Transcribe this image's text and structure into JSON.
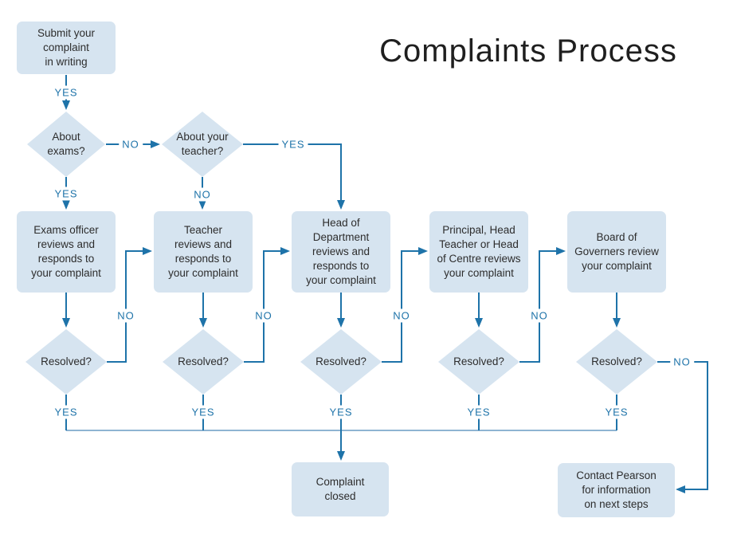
{
  "title": "Complaints Process",
  "colors": {
    "node_fill": "#d6e4f0",
    "connector": "#1e73a9",
    "connector_light": "#8fb4d2",
    "node_text": "#2d2d2d",
    "title_text": "#1f1f1f"
  },
  "nodes": {
    "start": "Submit your\ncomplaint\nin writing",
    "about_exams": "About\nexams?",
    "about_teacher": "About your\nteacher?",
    "exams_officer": "Exams officer\nreviews and\nresponds to\nyour complaint",
    "teacher": "Teacher\nreviews and\nresponds to\nyour complaint",
    "head_of_department": "Head of\nDepartment\nreviews and\nresponds to\nyour complaint",
    "principal": "Principal, Head\nTeacher or Head\nof Centre reviews\nyour complaint",
    "governors": "Board of\nGoverners review\nyour complaint",
    "resolved": "Resolved?",
    "complaint_closed": "Complaint\nclosed",
    "contact_pearson": "Contact Pearson\nfor information\non next steps"
  },
  "edge_labels": {
    "yes": "YES",
    "no": "NO"
  }
}
